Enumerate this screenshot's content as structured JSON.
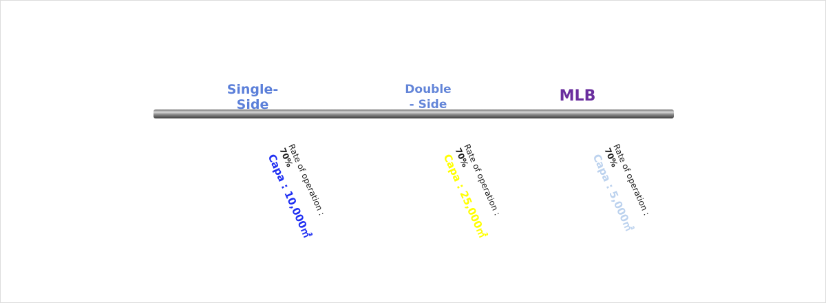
{
  "colors": {
    "background": "#ffffff",
    "ring": "#5f7f80",
    "tag_dark": "#5f7f80",
    "tag_light": "#9bb3b3"
  },
  "items": [
    {
      "title_line1": "Single-",
      "title_line2": "Side",
      "title_color": "#5b7fd9",
      "rate_label": "Rate of operation :",
      "rate_value": "70%",
      "capa_label": "Capa : 10,000",
      "capa_unit": "㎡",
      "capa_color": "#1f2ff2"
    },
    {
      "title_line1": "Double",
      "title_line2": "- Side",
      "title_color": "#6385d8",
      "rate_label": "Rate of operation :",
      "rate_value": "70%",
      "capa_label": "Capa : 25,000",
      "capa_unit": "㎡",
      "capa_color": "#ffff00"
    },
    {
      "title_line1": "MLB",
      "title_line2": "",
      "title_color": "#6a2e9e",
      "rate_label": "Rate of operation :",
      "rate_value": "70%",
      "capa_label": "Capa : 5,000",
      "capa_unit": "㎡",
      "capa_color": "#bcd2ee"
    }
  ]
}
